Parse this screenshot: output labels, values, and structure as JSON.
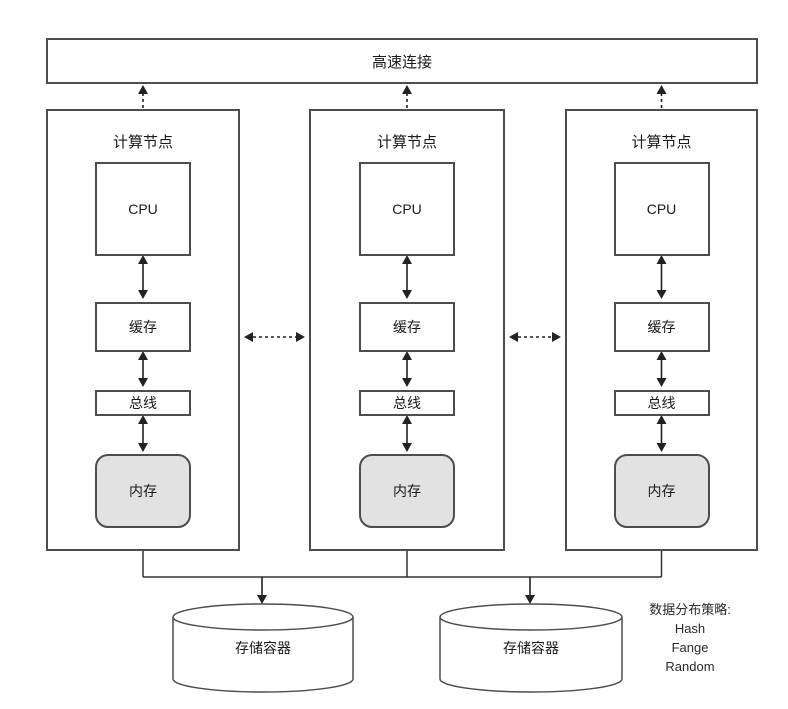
{
  "diagram": {
    "interconnect": {
      "label": "高速连接"
    },
    "nodes": [
      {
        "label": "计算节点",
        "cpu": "CPU",
        "cache": "缓存",
        "bus": "总线",
        "memory": "内存"
      },
      {
        "label": "计算节点",
        "cpu": "CPU",
        "cache": "缓存",
        "bus": "总线",
        "memory": "内存"
      },
      {
        "label": "计算节点",
        "cpu": "CPU",
        "cache": "缓存",
        "bus": "总线",
        "memory": "内存"
      }
    ],
    "storage": [
      {
        "label": "存储容器"
      },
      {
        "label": "存储容器"
      }
    ],
    "strategy": {
      "title": "数据分布策略:",
      "items": [
        "Hash",
        "Fange",
        "Random"
      ]
    },
    "colors": {
      "box_stroke": "#4d4d4d",
      "arrow": "#222222",
      "memory_fill": "#e2e2e2",
      "background": "#ffffff"
    }
  }
}
